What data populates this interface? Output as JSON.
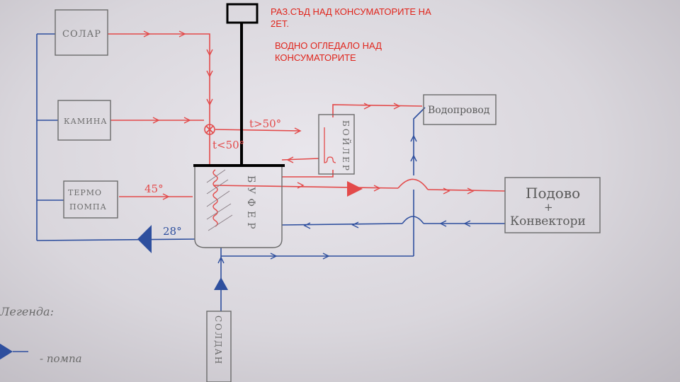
{
  "notes": {
    "expansion_line1": "РАЗ.СЪД НАД КОНСУМАТОРИТЕ НА",
    "expansion_line2": "2ЕТ.",
    "mirror_line1": "ВОДНО ОГЛЕДАЛО НАД",
    "mirror_line2": "КОНСУМАТОРИТЕ"
  },
  "sources": {
    "solar": "СОЛАР",
    "fireplace": "КАМИНА",
    "heatpump_line1": "ТЕРМО",
    "heatpump_line2": "ПОМПА",
    "soldan": "СОЛДАН"
  },
  "tank": {
    "buffer": "БУФЕР",
    "boiler": "БОЙЛЕР"
  },
  "consumers": {
    "water_main": "Водопровод",
    "floor_line1": "Подово",
    "floor_plus": "+",
    "floor_line2": "Конвектори"
  },
  "temps": {
    "t_gt": "t>50°",
    "t_lt": "t<50°",
    "t45": "45°",
    "t28": "28°"
  },
  "legend": {
    "title": "Легенда:",
    "pump": "- помпа"
  },
  "colors": {
    "supply": "#e34a4a",
    "return": "#2e4f9e",
    "outline": "#5c5c5c",
    "note": "#e0241b",
    "expansion": "#000000"
  }
}
